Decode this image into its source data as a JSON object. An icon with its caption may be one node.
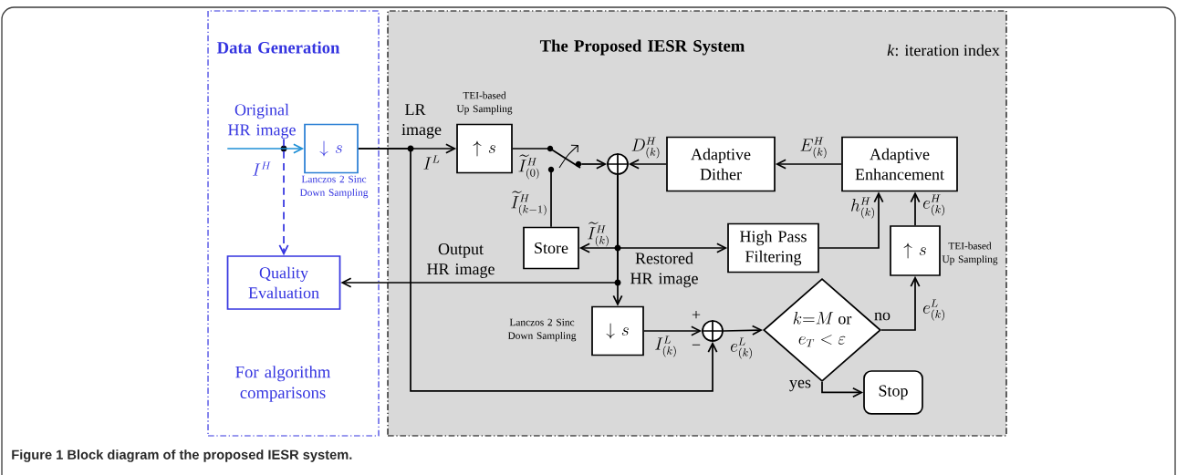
{
  "diagram": {
    "caption": "Figure 1 Block diagram of the proposed IESR system.",
    "nodes": [
      {
        "text": [
          "Data Generation",
          "For algorithm comparisons"
        ]
      },
      {
        "text": [
          "The Proposed IESR System"
        ]
      },
      {
        "text": [
          "\\downarrow s"
        ],
        "in": 0,
        "beside": [
          "Lanczos 2 Sinc Down Sampling"
        ]
      },
      {
        "text": [
          "Quality Evaluation"
        ],
        "in": 0
      },
      {
        "text": [
          "\\uparrow s"
        ],
        "in": 1,
        "beside": [
          "TEI-based Up Sampling"
        ]
      },
      {
        "text": [
          "Adaptive Dither"
        ],
        "in": 1
      },
      {
        "text": [
          "Adaptive Enhancement"
        ],
        "in": 1
      },
      {
        "text": [
          "Store"
        ],
        "in": 1
      },
      {
        "text": [
          "High Pass Filtering"
        ],
        "in": 1
      },
      {
        "text": [
          "\\uparrow s"
        ],
        "in": 1,
        "beside": [
          "TEI-based Up Sampling"
        ]
      },
      {
        "text": [
          "\\downarrow s"
        ],
        "in": 1,
        "beside": [
          "Lanczos 2 Sinc Down Sampling"
        ]
      },
      {
        "text": [
          "\\begin{array}{c}k{=}M\\ \\mathrm{or}\\\\ e_{T}<\\varepsilon\\end{array}"
        ],
        "in": 1
      },
      {
        "text": [
          "Stop"
        ],
        "in": 1
      },
      {
        "text": [],
        "shape": "circle",
        "in": 1
      },
      {
        "text": [],
        "shape": "circle",
        "in": 1
      },
      {
        "text": [],
        "shape": "switch",
        "in": 1
      },
      {
        "text": [
          "Original HR image"
        ],
        "in": 0
      }
    ],
    "edges": [
      {
        "from": 16,
        "to": 2,
        "arrow": "to",
        "label": "I^{H}",
        "color": "#1e8fd6"
      },
      {
        "from": 16,
        "to": 3,
        "arrow": "to",
        "style": "dashed",
        "color": "#3535e0"
      },
      {
        "from": 2,
        "to": 4,
        "arrow": "to",
        "label": "I^{L}"
      },
      {
        "from": 2,
        "to": 14,
        "arrow": "to"
      },
      {
        "from": 4,
        "to": 15,
        "arrow": "none",
        "label": "\\widetilde{I}^{H}_{(0)}"
      },
      {
        "from": 7,
        "to": 15,
        "arrow": "none",
        "label": "\\widetilde{I}^{H}_{(k-1)}"
      },
      {
        "from": 15,
        "to": 13,
        "arrow": "to"
      },
      {
        "from": 5,
        "to": 13,
        "arrow": "to",
        "label": "D^{H}_{(k)}"
      },
      {
        "from": 6,
        "to": 5,
        "arrow": "to",
        "label": "E^{H}_{(k)}"
      },
      {
        "from": 13,
        "to": 7,
        "arrow": "to",
        "label": "\\widetilde{I}^{H}_{(k)}"
      },
      {
        "from": 13,
        "to": 8,
        "arrow": "to"
      },
      {
        "from": 13,
        "to": 3,
        "arrow": "to",
        "label": "Output HR image"
      },
      {
        "from": 13,
        "to": 10,
        "arrow": "to"
      },
      {
        "from": 8,
        "to": 6,
        "arrow": "to",
        "label": "h^{H}_{(k)}"
      },
      {
        "from": 9,
        "to": 6,
        "arrow": "to",
        "label": "e^{H}_{(k)}"
      },
      {
        "from": 10,
        "to": 14,
        "arrow": "to",
        "label": "I^{L}_{(k)}"
      },
      {
        "from": 14,
        "to": 11,
        "arrow": "to",
        "label": "e^{L}_{(k)}"
      },
      {
        "from": 11,
        "to": 9,
        "arrow": "to",
        "label": "no"
      },
      {
        "from": 11,
        "to": 12,
        "arrow": "to",
        "label": "yes"
      }
    ],
    "labels": [
      "LR image",
      "Restored HR image",
      "+",
      "−",
      "e^{L}_{(k)}",
      "*k*: iteration index"
    ]
  }
}
